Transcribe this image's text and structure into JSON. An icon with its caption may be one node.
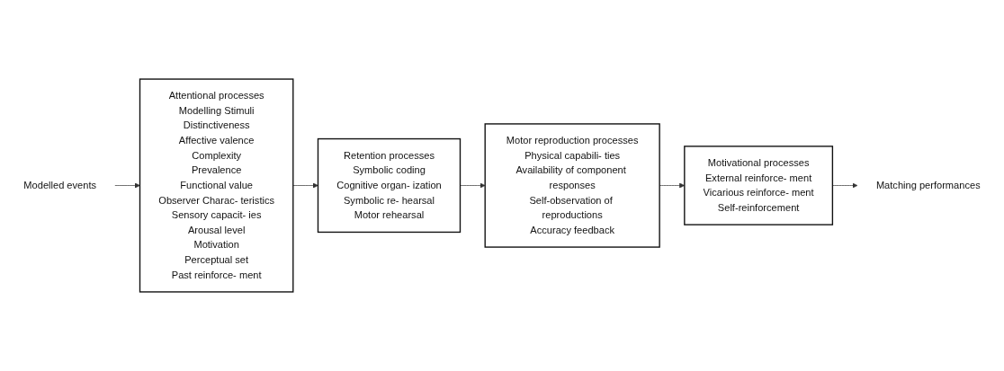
{
  "diagram": {
    "nodes": [
      {
        "text": [
          "Modelled events"
        ]
      },
      {
        "text": [
          "Attentional processes",
          "Modelling Stimuli",
          "Distinctiveness",
          "Affective valence",
          "Complexity",
          "Prevalence",
          "Functional value",
          "Observer Charac- teristics",
          "Sensory capacit- ies",
          "Arousal level",
          "Motivation",
          "Perceptual set",
          "Past reinforce- ment"
        ]
      },
      {
        "text": [
          "Retention processes",
          "Symbolic coding",
          "Cognitive organ- ization",
          "Symbolic re- hearsal",
          "Motor rehearsal"
        ]
      },
      {
        "text": [
          "Motor reproduction processes",
          "Physical capabili- ties",
          "Availability of component responses",
          "Self-observation of reproductions",
          "Accuracy feedback"
        ]
      },
      {
        "text": [
          "Motivational processes",
          "External reinforce- ment",
          "Vicarious reinforce- ment",
          "Self-reinforcement"
        ]
      },
      {
        "text": [
          "Matching performances"
        ]
      }
    ],
    "edges": [
      {
        "from": 0,
        "to": 1,
        "arrow": "to"
      },
      {
        "from": 1,
        "to": 2,
        "arrow": "to"
      },
      {
        "from": 2,
        "to": 3,
        "arrow": "to"
      },
      {
        "from": 3,
        "to": 4,
        "arrow": "to"
      },
      {
        "from": 4,
        "to": 5,
        "arrow": "to"
      }
    ]
  }
}
